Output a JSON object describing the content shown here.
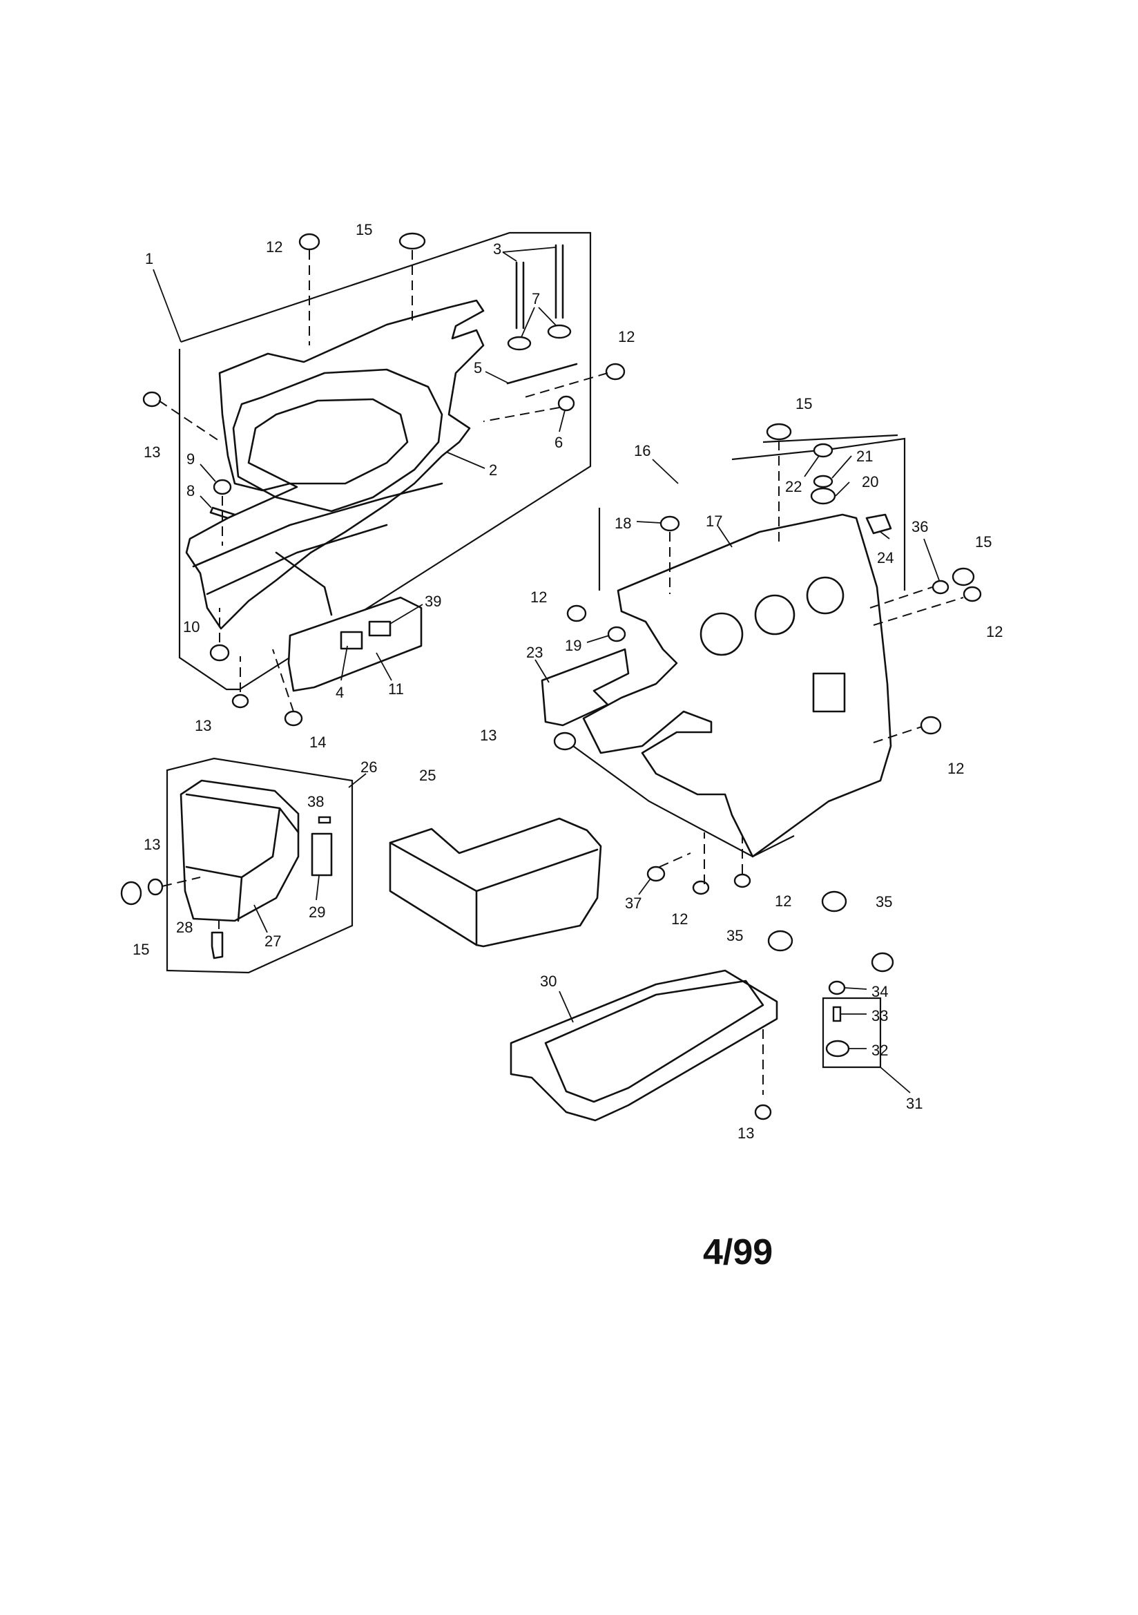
{
  "date_code": "4/99",
  "callouts": [
    {
      "id": "c1",
      "text": "1"
    },
    {
      "id": "c2",
      "text": "2"
    },
    {
      "id": "c3",
      "text": "3"
    },
    {
      "id": "c4",
      "text": "4"
    },
    {
      "id": "c5",
      "text": "5"
    },
    {
      "id": "c6",
      "text": "6"
    },
    {
      "id": "c7",
      "text": "7"
    },
    {
      "id": "c8",
      "text": "8"
    },
    {
      "id": "c9",
      "text": "9"
    },
    {
      "id": "c10",
      "text": "10"
    },
    {
      "id": "c11",
      "text": "11"
    },
    {
      "id": "c12a",
      "text": "12"
    },
    {
      "id": "c12b",
      "text": "12"
    },
    {
      "id": "c12c",
      "text": "12"
    },
    {
      "id": "c12d",
      "text": "12"
    },
    {
      "id": "c12e",
      "text": "12"
    },
    {
      "id": "c12f",
      "text": "12"
    },
    {
      "id": "c12g",
      "text": "12"
    },
    {
      "id": "c13a",
      "text": "13"
    },
    {
      "id": "c13b",
      "text": "13"
    },
    {
      "id": "c13c",
      "text": "13"
    },
    {
      "id": "c13d",
      "text": "13"
    },
    {
      "id": "c13e",
      "text": "13"
    },
    {
      "id": "c14",
      "text": "14"
    },
    {
      "id": "c15a",
      "text": "15"
    },
    {
      "id": "c15b",
      "text": "15"
    },
    {
      "id": "c15c",
      "text": "15"
    },
    {
      "id": "c15d",
      "text": "15"
    },
    {
      "id": "c16",
      "text": "16"
    },
    {
      "id": "c17",
      "text": "17"
    },
    {
      "id": "c18",
      "text": "18"
    },
    {
      "id": "c19",
      "text": "19"
    },
    {
      "id": "c20",
      "text": "20"
    },
    {
      "id": "c21",
      "text": "21"
    },
    {
      "id": "c22",
      "text": "22"
    },
    {
      "id": "c23",
      "text": "23"
    },
    {
      "id": "c24",
      "text": "24"
    },
    {
      "id": "c25",
      "text": "25"
    },
    {
      "id": "c26",
      "text": "26"
    },
    {
      "id": "c27",
      "text": "27"
    },
    {
      "id": "c28",
      "text": "28"
    },
    {
      "id": "c29",
      "text": "29"
    },
    {
      "id": "c30",
      "text": "30"
    },
    {
      "id": "c31",
      "text": "31"
    },
    {
      "id": "c32",
      "text": "32"
    },
    {
      "id": "c33",
      "text": "33"
    },
    {
      "id": "c34",
      "text": "34"
    },
    {
      "id": "c35a",
      "text": "35"
    },
    {
      "id": "c35b",
      "text": "35"
    },
    {
      "id": "c36",
      "text": "36"
    },
    {
      "id": "c37",
      "text": "37"
    },
    {
      "id": "c38",
      "text": "38"
    },
    {
      "id": "c39",
      "text": "39"
    }
  ]
}
